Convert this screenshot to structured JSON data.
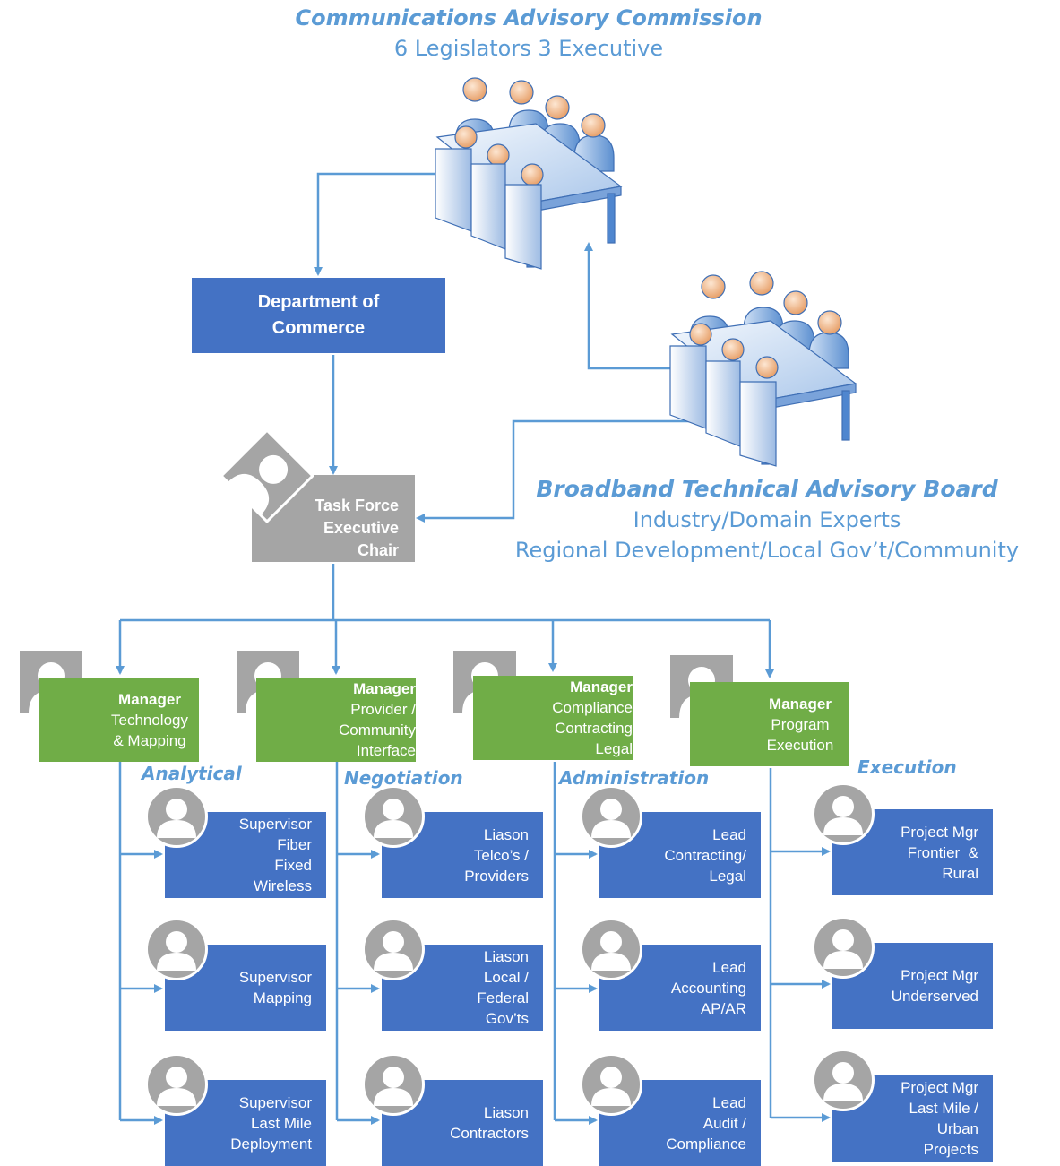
{
  "commission": {
    "title": "Communications Advisory Commission",
    "subtitle": "6 Legislators 3 Executive"
  },
  "board": {
    "title": "Broadband Technical Advisory Board",
    "line1": "Industry/Domain Experts",
    "line2": "Regional Development/Local Gov’t/Community"
  },
  "department": {
    "line1": "Department of",
    "line2": "Commerce"
  },
  "chair": {
    "line1": "Task Force",
    "line2": "Executive",
    "line3": "Chair"
  },
  "managers": [
    {
      "title": "Manager",
      "line1": "Technology",
      "line2": "& Mapping",
      "section": "Analytical"
    },
    {
      "title": "Manager",
      "line1": "Provider /",
      "line2": "Community",
      "line3": "Interface",
      "section": "Negotiation"
    },
    {
      "title": "Manager",
      "line1": "Compliance",
      "line2": "Contracting",
      "line3": "Legal",
      "section": "Administration"
    },
    {
      "title": "Manager",
      "line1": "Program",
      "line2": "Execution",
      "section": "Execution"
    }
  ],
  "columns": [
    [
      {
        "lines": [
          "Supervisor",
          "Fiber",
          "Fixed",
          "Wireless"
        ]
      },
      {
        "lines": [
          "Supervisor",
          "Mapping"
        ]
      },
      {
        "lines": [
          "Supervisor",
          "Last Mile",
          "Deployment"
        ]
      }
    ],
    [
      {
        "lines": [
          "Liason",
          "Telco’s /",
          "Providers"
        ]
      },
      {
        "lines": [
          "Liason",
          "Local /",
          "Federal",
          "Gov’ts"
        ]
      },
      {
        "lines": [
          "Liason",
          "Contractors"
        ]
      }
    ],
    [
      {
        "lines": [
          "Lead",
          "Contracting/",
          "Legal"
        ]
      },
      {
        "lines": [
          "Lead",
          "Accounting",
          "AP/AR"
        ]
      },
      {
        "lines": [
          "Lead",
          "Audit /",
          "Compliance"
        ]
      }
    ],
    [
      {
        "lines": [
          "Project Mgr",
          "Frontier  &",
          "Rural"
        ]
      },
      {
        "lines": [
          "Project Mgr",
          "Underserved"
        ]
      },
      {
        "lines": [
          "Project Mgr",
          "Last Mile /",
          "Urban",
          "Projects"
        ]
      }
    ]
  ],
  "colors": {
    "blue_box": "#4472c4",
    "green_box": "#70ad47",
    "gray": "#a5a5a5",
    "line": "#5b9bd5",
    "heading": "#5b9bd5"
  }
}
